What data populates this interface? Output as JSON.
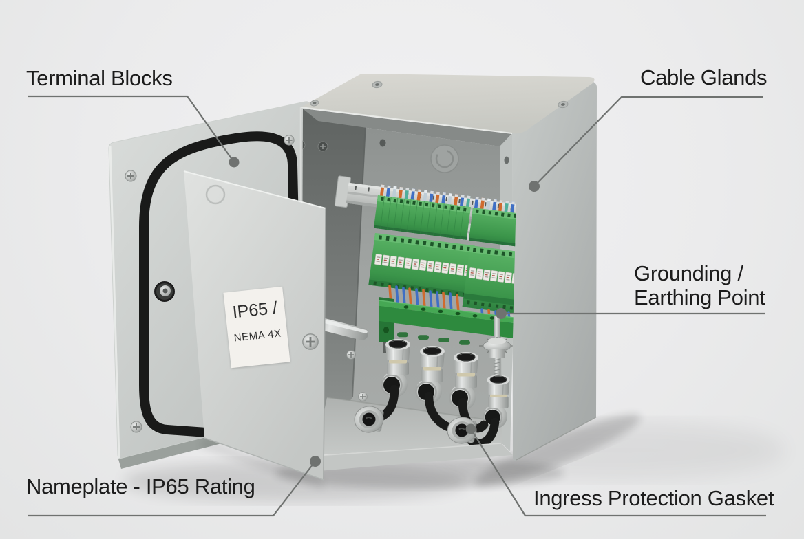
{
  "callouts": {
    "terminal_blocks": {
      "label": "Terminal Blocks"
    },
    "cable_glands": {
      "label": "Cable Glands"
    },
    "grounding_earthing": {
      "label": "Grounding /\nEarthing Point"
    },
    "nameplate": {
      "label": "Nameplate - IP65 Rating"
    },
    "ingress_gasket": {
      "label": "Ingress Protection Gasket"
    }
  },
  "nameplate_sticker": {
    "line1": "IP65 /",
    "line2": "NEMA 4X"
  },
  "colors": {
    "background": "#ededee",
    "label_text": "#1c1c1c",
    "leader_line": "#6f7270",
    "enclosure_gray": "#c0c4c2",
    "terminal_green": "#3f9e4e",
    "busbar_green": "#2e8a3e",
    "gasket_black": "#191a19",
    "wire_blue": "#3f6fc4",
    "wire_orange": "#cf6b2e"
  }
}
